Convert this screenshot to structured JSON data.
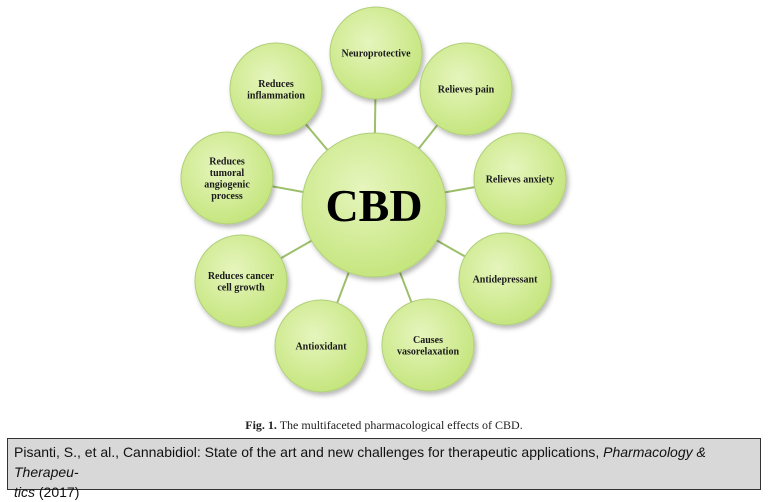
{
  "diagram": {
    "center": "CBD",
    "effects": [
      [
        "Neuroprotective"
      ],
      [
        "Relieves pain"
      ],
      [
        "Relieves anxiety"
      ],
      [
        "Antidepressant"
      ],
      [
        "Causes",
        "vasorelaxation"
      ],
      [
        "Antioxidant"
      ],
      [
        "Reduces cancer",
        "cell growth"
      ],
      [
        "Reduces",
        "tumoral",
        "angiogenic",
        "process"
      ],
      [
        "Reduces",
        "inflammation"
      ]
    ],
    "colors": {
      "fill": "#c4e57c",
      "fill_light": "#e6f5bd",
      "stroke": "#b0cf7a",
      "connector": "#9cbf6a"
    }
  },
  "caption": {
    "label": "Fig. 1.",
    "text": " The multifaceted pharmacological effects of CBD."
  },
  "citation": {
    "prefix": "Pisanti, S., et al., Cannabidiol: State of the art and new challenges for therapeutic applications, ",
    "journal_line1": "Pharmacology & Therapeu-",
    "journal_line2": "tics",
    "suffix": " (2017)"
  }
}
